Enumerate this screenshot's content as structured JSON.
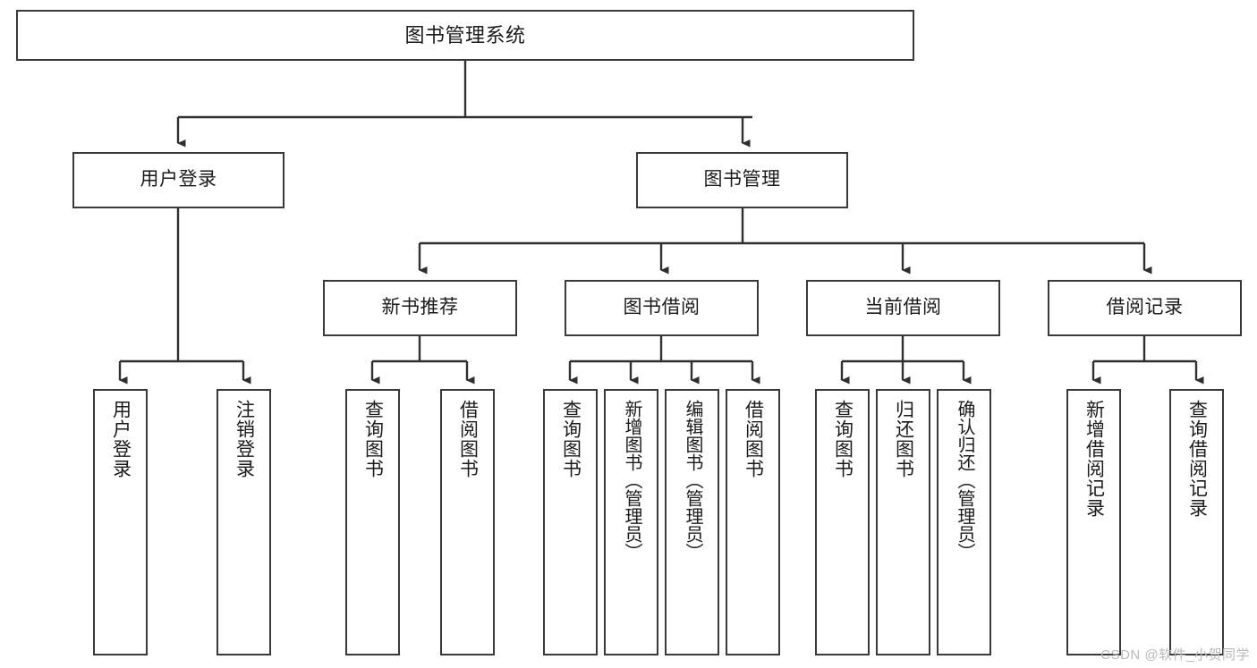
{
  "diagram": {
    "type": "tree",
    "title": "图书管理系统",
    "watermark": "CSDN @软件_小贺同学",
    "colors": {
      "box_border": "#3a3a3a",
      "box_fill": "#ffffff",
      "connector": "#2f2f2f",
      "text": "#1b1b1b",
      "watermark": "#b9b9b9"
    },
    "root": {
      "label": "图书管理系统"
    },
    "level2": [
      {
        "label": "用户登录"
      },
      {
        "label": "图书管理"
      }
    ],
    "level3": [
      {
        "label": "新书推荐"
      },
      {
        "label": "图书借阅"
      },
      {
        "label": "当前借阅"
      },
      {
        "label": "借阅记录"
      }
    ],
    "leaves": {
      "user_login": [
        {
          "label": "用户登录"
        },
        {
          "label": "注销登录"
        }
      ],
      "new_book": [
        {
          "label": "查询图书"
        },
        {
          "label": "借阅图书"
        }
      ],
      "book_borrow": [
        {
          "label": "查询图书"
        },
        {
          "label": "新增图书（管理员）"
        },
        {
          "label": "编辑图书（管理员）"
        },
        {
          "label": "借阅图书"
        }
      ],
      "current_borrow": [
        {
          "label": "查询图书"
        },
        {
          "label": "归还图书"
        },
        {
          "label": "确认归还（管理员）"
        }
      ],
      "borrow_record": [
        {
          "label": "新增借阅记录"
        },
        {
          "label": "查询借阅记录"
        }
      ]
    }
  }
}
